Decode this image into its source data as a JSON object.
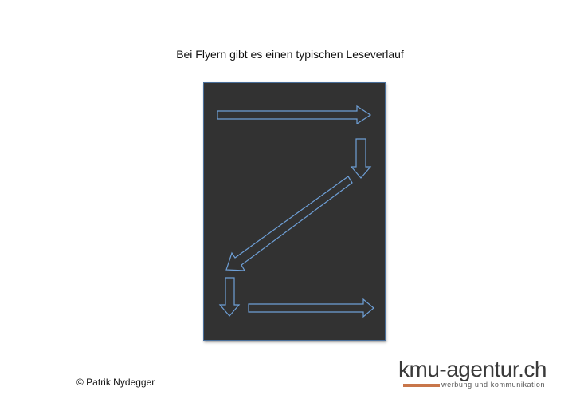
{
  "title": "Bei Flyern gibt es einen typischen Leseverlauf",
  "copyright": "© Patrik Nydegger",
  "logo": {
    "name": "kmu-agentur.ch",
    "tagline": "werbung und kommunikation"
  },
  "colors": {
    "flyer_background": "#323232",
    "arrow_outline": "#6e9fd6",
    "logo_accent": "#c8764a"
  },
  "reading_path": [
    "right",
    "down",
    "down-left",
    "down",
    "right"
  ]
}
